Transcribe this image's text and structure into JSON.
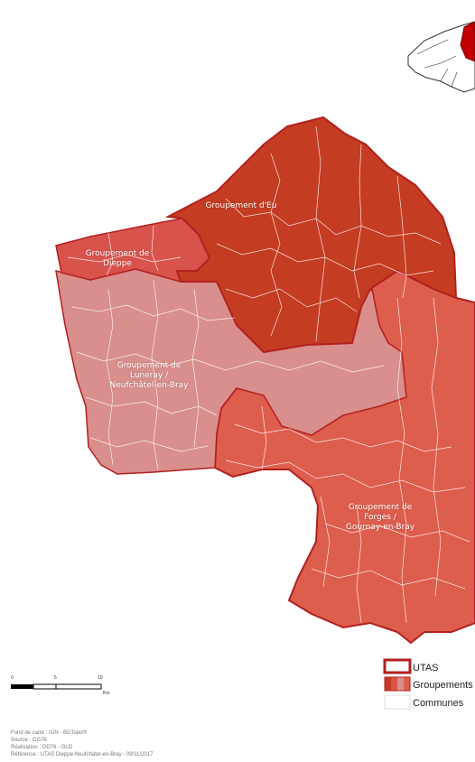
{
  "map": {
    "colors": {
      "eu": "#c43c22",
      "dieppe": "#d9534d",
      "luneray": "#d98f8c",
      "forges": "#dd5e4d",
      "outline": "#b22020",
      "commune_lines": "#ffffff",
      "inset_fill": "#ffffff",
      "inset_highlight": "#c00000"
    },
    "labels": {
      "eu": "Groupement d'Eu",
      "dieppe": "Groupement de\nDieppe",
      "luneray": "Groupement de\nLuneray /\nNeufchâtel-en-Bray",
      "forges": "Groupement de\nForges /\nGournay-en-Bray"
    }
  },
  "legend": {
    "items": [
      {
        "label": "UTAS",
        "swatch": "outline"
      },
      {
        "label": "Groupements",
        "swatch": "groupements"
      },
      {
        "label": "Communes",
        "swatch": "communes"
      }
    ]
  },
  "scale": {
    "ticks": [
      "0",
      "5",
      "10"
    ],
    "unit": "Km"
  },
  "credits": [
    "Fond de carte : IGN - BDTopo®",
    "Source : CG76",
    "Réalisation : OD76 - GLD",
    "Référence : UTAS Dieppe-Neufchâtel-en-Bray - 09/11/2017"
  ]
}
